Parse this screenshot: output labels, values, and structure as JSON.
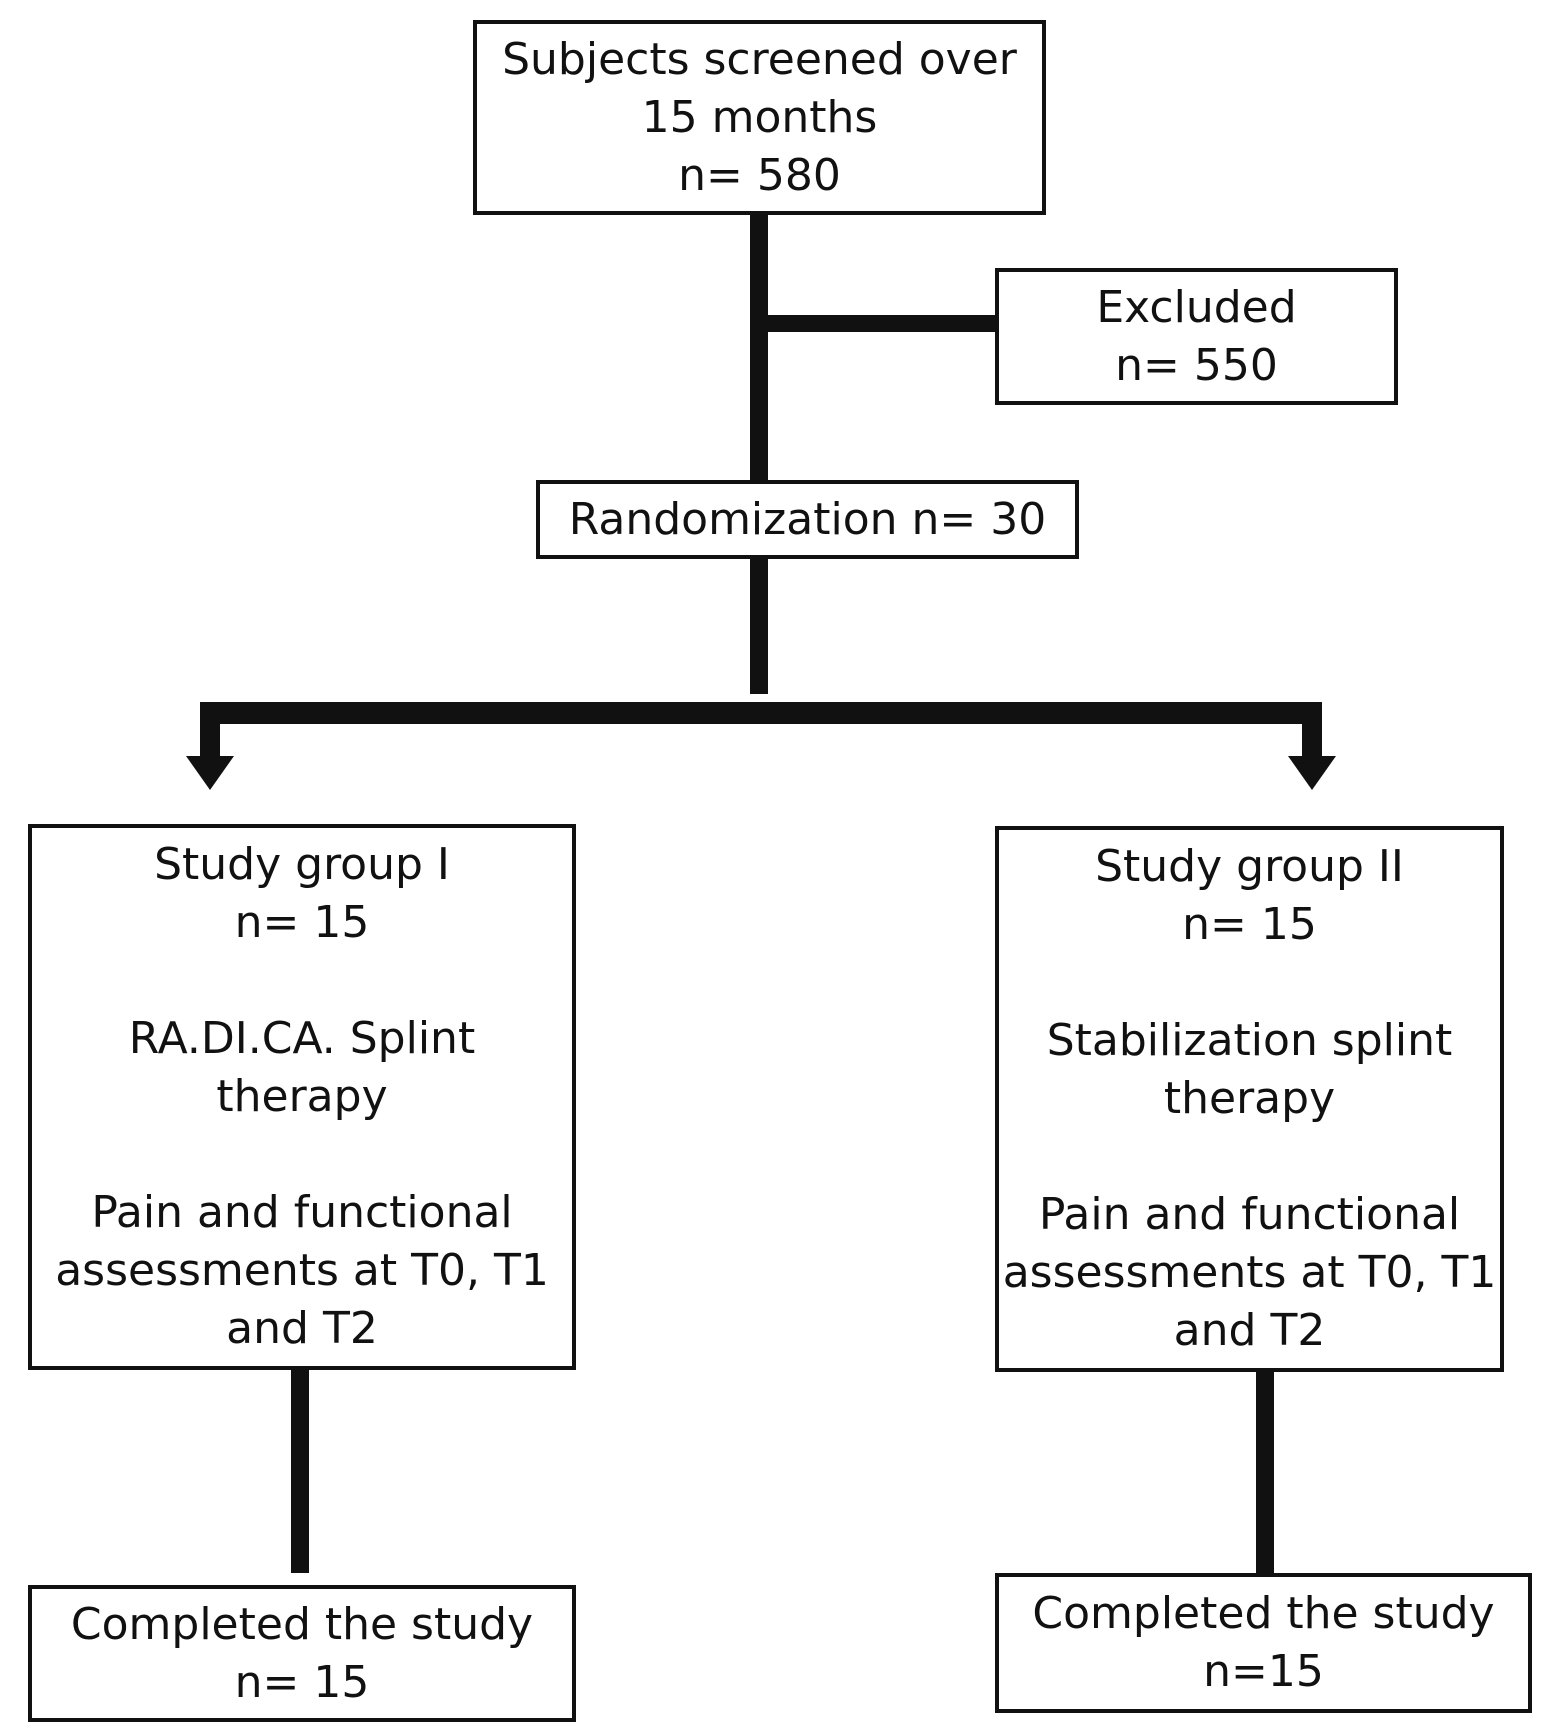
{
  "flowchart": {
    "screened": {
      "line1": "Subjects screened over",
      "line2": "15 months",
      "line3": "n= 580"
    },
    "excluded": {
      "line1": "Excluded",
      "line2": "n= 550"
    },
    "randomization": {
      "label": "Randomization n= 30"
    },
    "group1": {
      "title": "Study group I",
      "count": "n= 15",
      "therapy_line1": "RA.DI.CA. Splint",
      "therapy_line2": "therapy",
      "assess_line1": "Pain and functional",
      "assess_line2": "assessments at T0, T1",
      "assess_line3": "and T2"
    },
    "group2": {
      "title": "Study group II",
      "count": "n= 15",
      "therapy_line1": "Stabilization splint",
      "therapy_line2": "therapy",
      "assess_line1": "Pain and functional",
      "assess_line2": "assessments at T0, T1",
      "assess_line3": "and T2"
    },
    "completed1": {
      "line1": "Completed the study",
      "line2": "n= 15"
    },
    "completed2": {
      "line1": "Completed the study",
      "line2": "n=15"
    }
  }
}
